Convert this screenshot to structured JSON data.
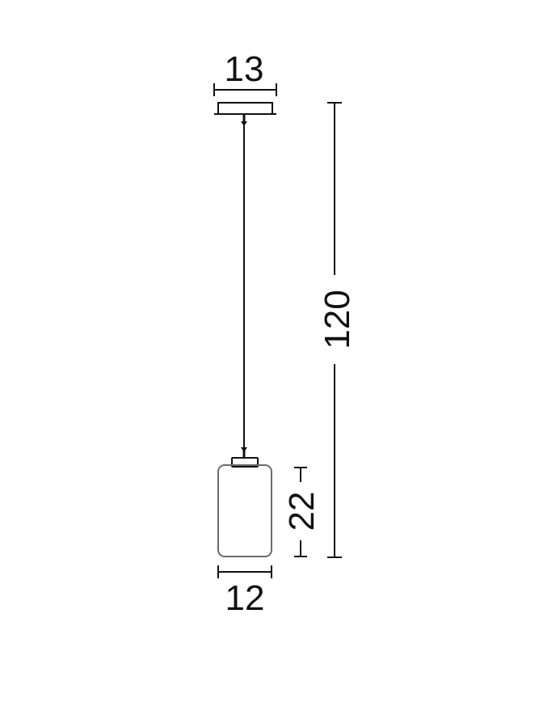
{
  "dimensions": {
    "canopy_width": "13",
    "total_height": "120",
    "shade_height": "22",
    "shade_width": "12"
  },
  "colors": {
    "line": "#111111",
    "shade_outline": "#6b6b6b",
    "background": "#ffffff"
  }
}
